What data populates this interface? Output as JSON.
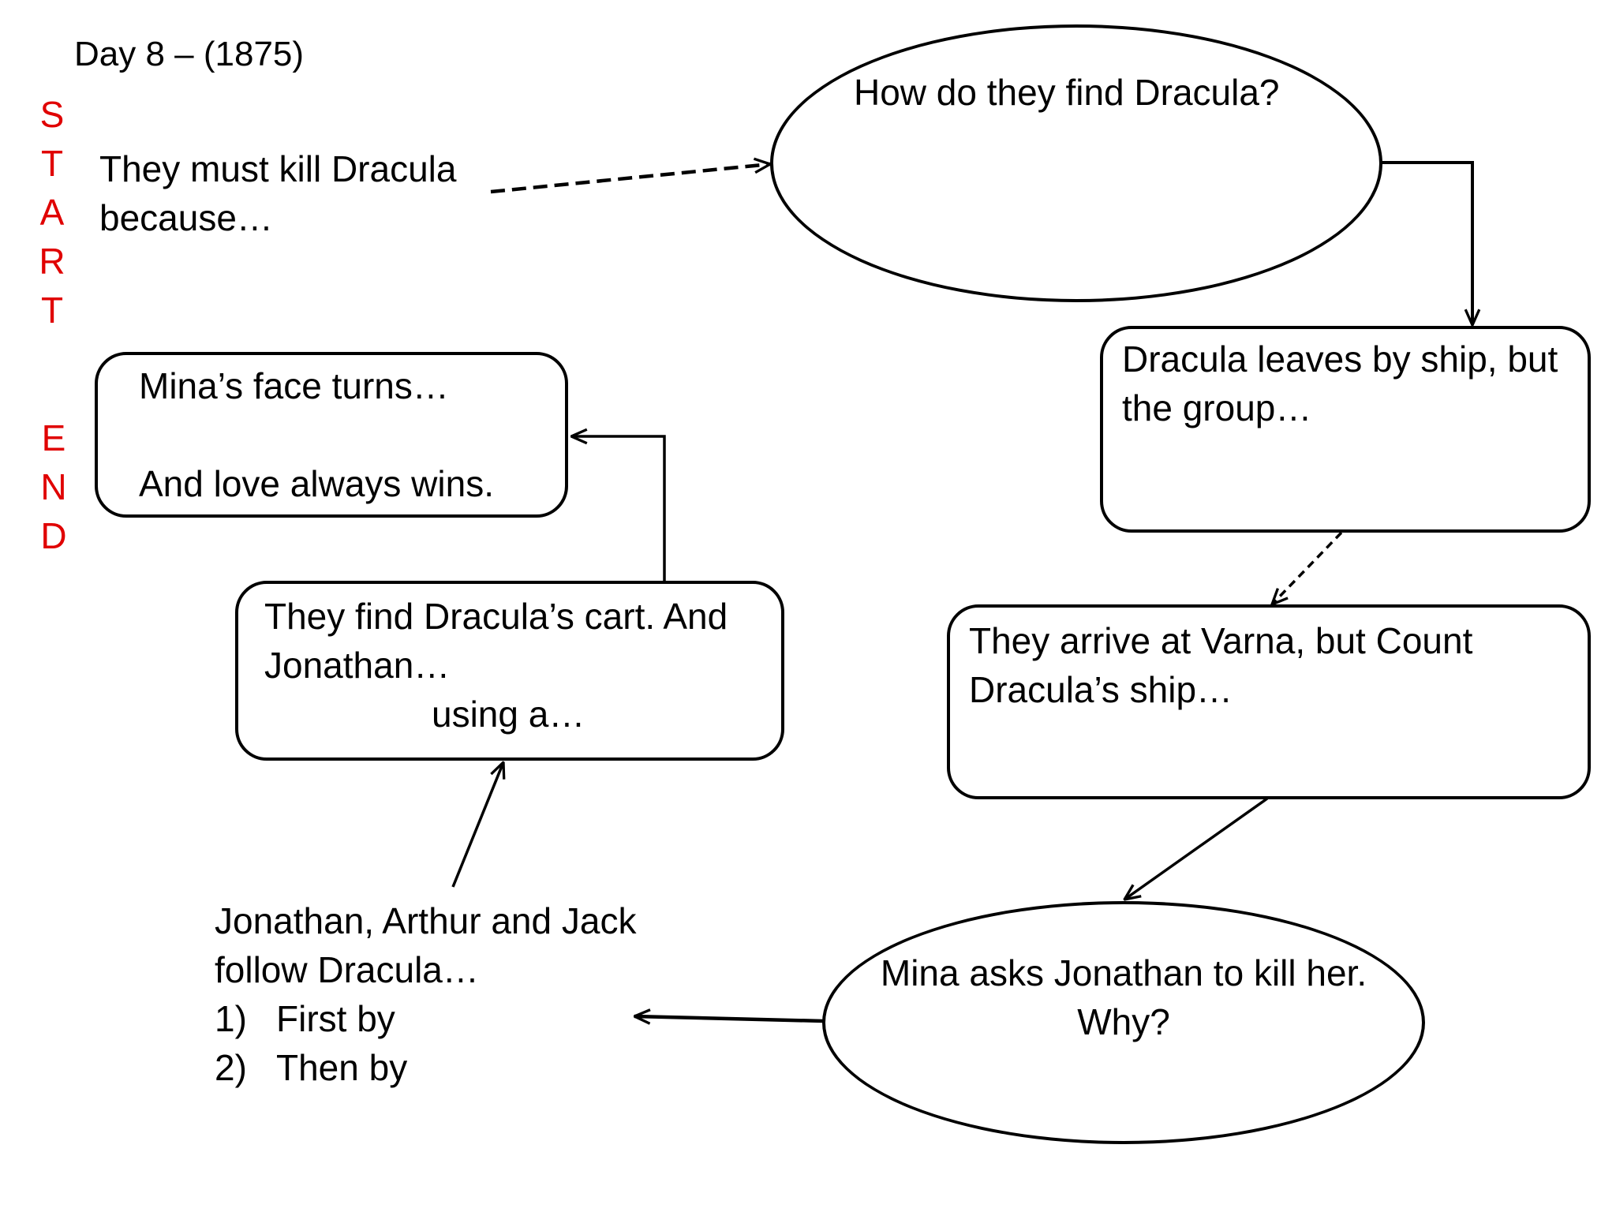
{
  "title": "Day 8 – (1875)",
  "side_labels": {
    "start": [
      "S",
      "T",
      "A",
      "R",
      "T"
    ],
    "end": [
      "E",
      "N",
      "D"
    ]
  },
  "colors": {
    "side_label": "#e00000",
    "ink": "#000000",
    "background": "#ffffff"
  },
  "nodes": {
    "start_prompt": {
      "lines": [
        "They must kill Dracula",
        "because…"
      ]
    },
    "find": {
      "lines": [
        "How do they find Dracula?"
      ]
    },
    "ship": {
      "lines": [
        "Dracula leaves by ship, but",
        "the group…"
      ]
    },
    "varna": {
      "lines": [
        "They arrive at Varna, but Count",
        "Dracula’s ship…"
      ]
    },
    "mina_asks": {
      "lines": [
        "Mina asks Jonathan to kill her.",
        "Why?"
      ]
    },
    "follow": {
      "lines": [
        "Jonathan, Arthur and Jack",
        "follow Dracula…"
      ],
      "items": [
        {
          "num": "1)",
          "text": "First by"
        },
        {
          "num": "2)",
          "text": "Then by"
        }
      ]
    },
    "cart": {
      "lines": [
        "They find Dracula’s cart. And",
        "Jonathan…",
        "using a…"
      ]
    },
    "end_box": {
      "lines": [
        "Mina’s face turns…",
        "",
        "And love always wins."
      ]
    }
  }
}
